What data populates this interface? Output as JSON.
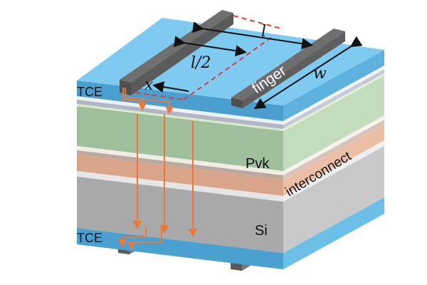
{
  "labels": {
    "tce_top": "TCE",
    "tce_bottom": "TCE",
    "pvk": "Pvk",
    "interconnect": "interconnect",
    "si": "Si",
    "finger": "finger"
  },
  "dimensions": {
    "l": "l",
    "half_l": "l/2",
    "x": "x",
    "w": "w"
  },
  "colors": {
    "tce_top_surface": "#7fcaf0",
    "tce_front": "#4a9fd0",
    "perovskite": "#9fbf9c",
    "interconnect": "#d9a58a",
    "silicon": "#a9a9a9",
    "finger": "#5f5f5f",
    "current_path": "#e8793a",
    "dashed_line": "#e03a3a"
  }
}
